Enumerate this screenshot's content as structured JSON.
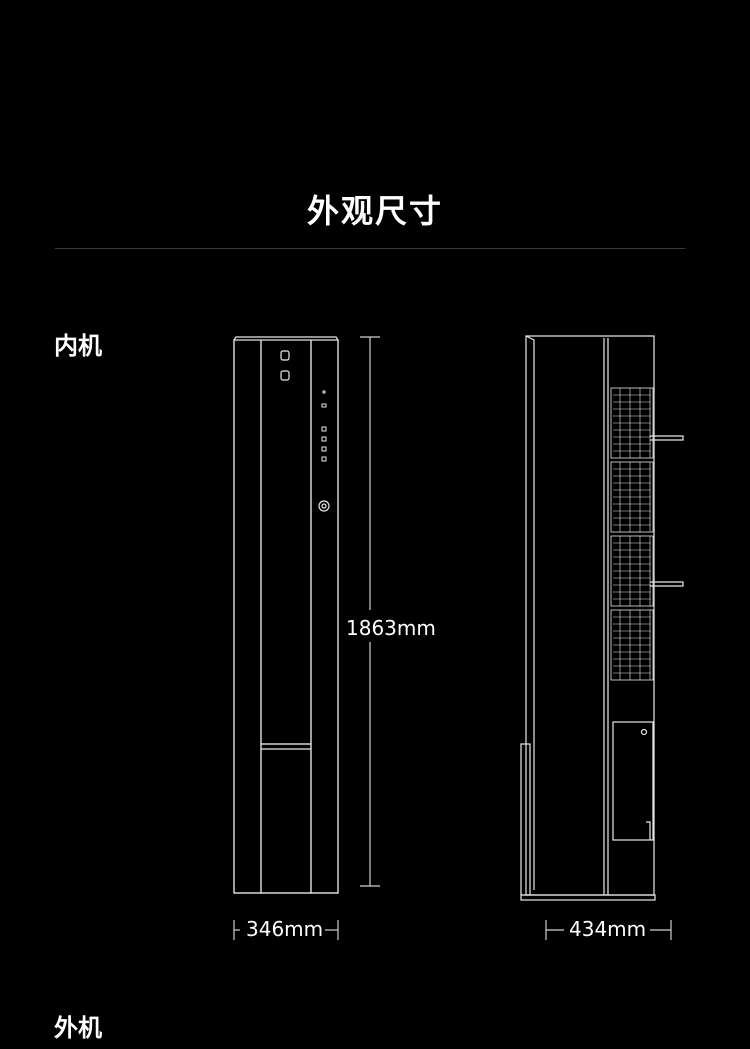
{
  "page": {
    "title": "外观尺寸"
  },
  "sections": {
    "indoor": "内机",
    "outdoor": "外机"
  },
  "dimensions": {
    "height": "1863mm",
    "front_width": "346mm",
    "side_depth": "434mm"
  },
  "colors": {
    "background": "#000000",
    "line": "#ffffff",
    "divider": "#3a3a3a"
  }
}
